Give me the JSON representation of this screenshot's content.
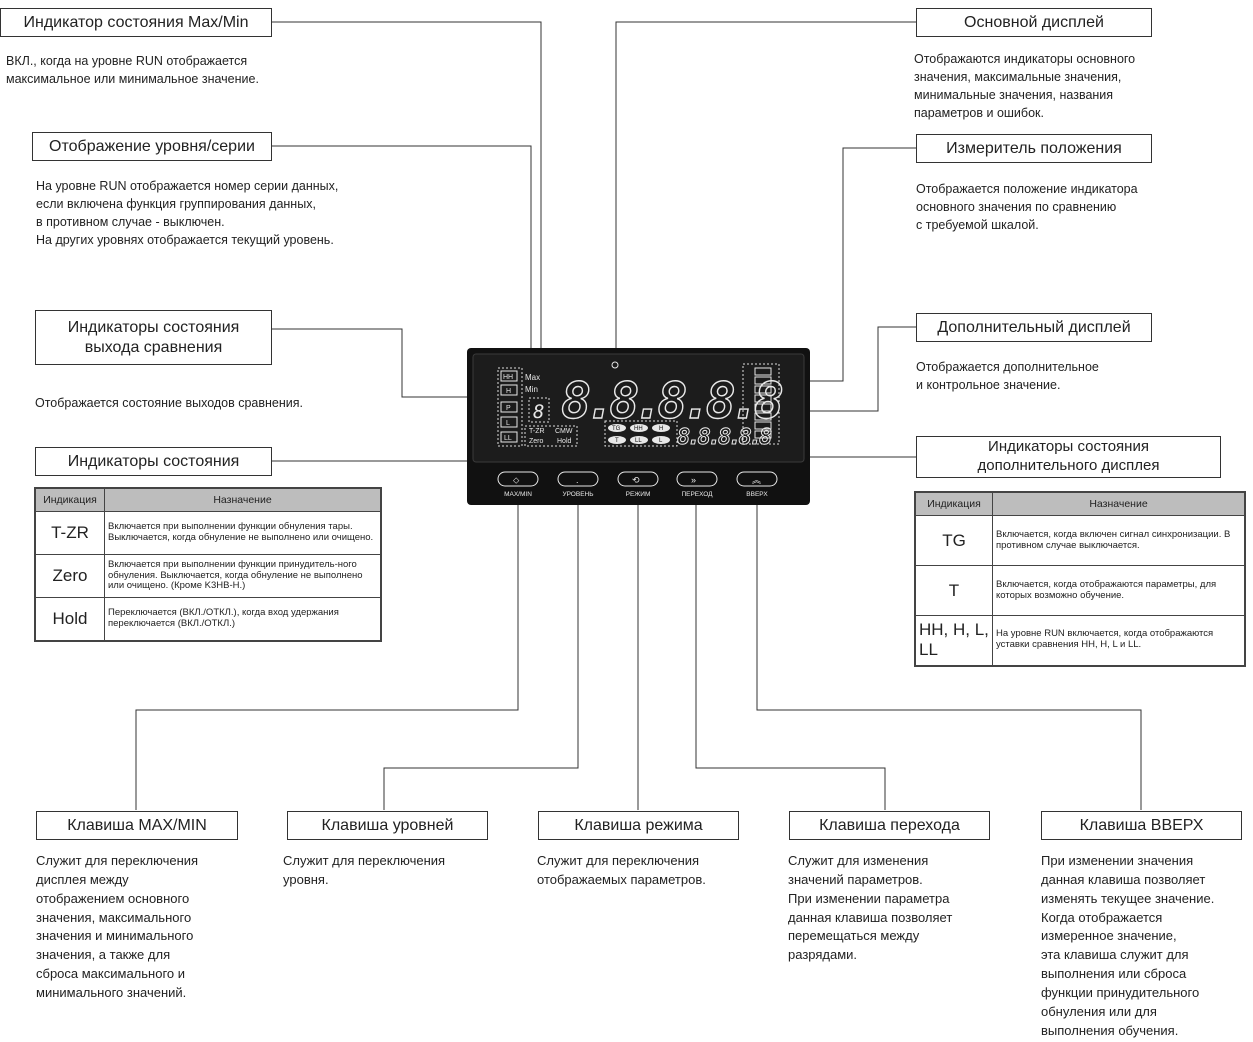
{
  "labels": {
    "maxmin_indicator": "Индикатор состояния Max/Min",
    "level_series": "Отображение уровня/серии",
    "comparison_outputs": "Индикаторы состояния выхода сравнения",
    "status_indicators": "Индикаторы состояния",
    "main_display": "Основной дисплей",
    "position_meter": "Измеритель положения",
    "sub_display": "Дополнительный дисплей",
    "sub_status_indicators": "Индикаторы состояния дополнительного дисплея",
    "key_maxmin": "Клавиша MAX/MIN",
    "key_level": "Клавиша уровней",
    "key_mode": "Клавиша режима",
    "key_shift": "Клавиша перехода",
    "key_up": "Клавиша ВВЕРХ"
  },
  "descriptions": {
    "maxmin_indicator": "ВКЛ., когда на уровне RUN отображается\nмаксимальное или минимальное значение.",
    "level_series": "На уровне RUN отображается номер серии данных,\nесли включена функция группирования данных,\nв противном случае - выключен.\nНа других уровнях отображается текущий уровень.",
    "comparison_outputs": "Отображается состояние выходов сравнения.",
    "main_display": "Отображаются индикаторы основного\nзначения, максимальные значения,\nминимальные значения, названия\nпараметров и ошибок.",
    "position_meter": "Отображается положение индикатора\nосновного значения по сравнению\nс требуемой шкалой.",
    "sub_display": "Отображается дополнительное\nи контрольное значение.",
    "key_maxmin": "Служит для переключения\nдисплея между\nотображением основного\nзначения, максимального\nзначения и минимального\nзначения, а также для\nсброса максимального и\nминимального значений.",
    "key_level": "Служит для переключения\nуровня.",
    "key_mode": "Служит для переключения\nотображаемых параметров.",
    "key_shift": "Служит для изменения\nзначений параметров.\nПри изменении параметра\nданная клавиша позволяет\nперемещаться между\nразрядами.",
    "key_up": "При изменении значения\nданная клавиша позволяет\nизменять текущее значение.\nКогда отображается\nизмеренное значение,\nэта клавиша служит для\nвыполнения или сброса\nфункции принудительного\nобнуления или для\nвыполнения обучения."
  },
  "status_table": {
    "headers": [
      "Индикация",
      "Назначение"
    ],
    "rows": [
      {
        "ind": "T-ZR",
        "desc": "Включается при выполнении функции обнуления тары. Выключается, когда обнуление не выполнено или очищено."
      },
      {
        "ind": "Zero",
        "desc": "Включается при выполнении функции принудитель-ного обнуления. Выключается, когда обнуление не выполнено или очищено. (Кроме K3HB-H.)"
      },
      {
        "ind": "Hold",
        "desc": "Переключается (ВКЛ./ОТКЛ.), когда вход удержания переключается (ВКЛ./ОТКЛ.)"
      }
    ]
  },
  "sub_table": {
    "headers": [
      "Индикация",
      "Назначение"
    ],
    "rows": [
      {
        "ind": "TG",
        "desc": "Включается, когда включен сигнал синхронизации. В противном случае выключается."
      },
      {
        "ind": "T",
        "desc": "Включается, когда отображаются параметры, для которых возможно обучение."
      },
      {
        "ind": "HH, H, L, LL",
        "desc": "На уровне RUN включается, когда отображаются уставки сравнения HH, H, L и LL."
      }
    ]
  },
  "device": {
    "left_indicators": [
      "HH",
      "H",
      "P",
      "L",
      "LL"
    ],
    "max_label": "Max",
    "min_label": "Min",
    "level_digit": "8",
    "main_digits": "8.8.8.8.8",
    "sub_digits": "8.8.8.8.8",
    "tzr": "T-ZR",
    "zero": "Zero",
    "cmw": "CMW",
    "hold": "Hold",
    "sub_ind_top": [
      "TG",
      "HH",
      "H"
    ],
    "sub_ind_bottom": [
      "T",
      "LL",
      "L"
    ],
    "keys": [
      "MAX/MIN",
      "УРОВЕНЬ",
      "РЕЖИМ",
      "ПЕРЕХОД",
      "ВВЕРХ"
    ],
    "key_icons": [
      "maxmin-key-icon",
      "level-key-icon",
      "mode-key-icon",
      "shift-key-icon",
      "up-key-icon"
    ]
  },
  "colors": {
    "device_body": "#111111",
    "display_window": "#1a1a1a",
    "segment": "#e6e6e6",
    "table_header": "#bdbdbd"
  }
}
